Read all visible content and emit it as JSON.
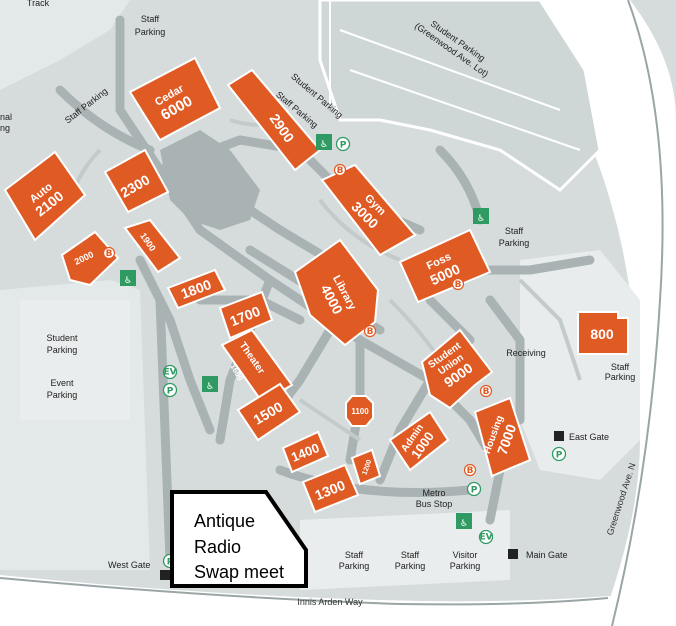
{
  "colors": {
    "building": "#e05a24",
    "ground": "#d6dcdc",
    "path": "#a9b3b4",
    "parking": "#eaeded",
    "lot": "#cfd6d6",
    "access": "#2f9b63"
  },
  "buildings": {
    "cedar": [
      "Cedar",
      "6000"
    ],
    "b2900": "2900",
    "auto": [
      "Auto",
      "2100"
    ],
    "b2300": "2300",
    "b1900": "1900",
    "b2000": "2000",
    "gym": [
      "Gym",
      "3000"
    ],
    "foss": [
      "Foss",
      "5000"
    ],
    "b800": "800",
    "b1800": "1800",
    "library": [
      "Library",
      "4000"
    ],
    "b1700": "1700",
    "theater": [
      "Theater",
      "1600"
    ],
    "student_union": [
      "Student",
      "Union",
      "9000"
    ],
    "b1500": "1500",
    "b1100": "1100",
    "admin": [
      "Admin",
      "1000"
    ],
    "housing": [
      "Housing",
      "7000"
    ],
    "b1400": "1400",
    "b1200": "1200",
    "b1300": "1300"
  },
  "places": {
    "track": "Track",
    "staff_parking_top": [
      "Staff",
      "Parking"
    ],
    "student_parking_gw": [
      "Student Parking",
      "(Greenwood Ave. Lot)"
    ],
    "staff_parking_nw": "Staff Parking",
    "student_parking_n": "Student Parking",
    "staff_parking_n": "Staff Parking",
    "partial_left": [
      "nal",
      "ng"
    ],
    "staff_parking_e": [
      "Staff",
      "Parking"
    ],
    "student_parking_w": [
      "Student",
      "Parking"
    ],
    "event_parking": [
      "Event",
      "Parking"
    ],
    "receiving": "Receiving",
    "staff_parking_far_e": [
      "Staff",
      "Parking"
    ],
    "east_gate": "East Gate",
    "metro_bus_stop": [
      "Metro",
      "Bus Stop"
    ],
    "west_gate": "West Gate",
    "main_gate": "Main Gate",
    "staff_parking_s1": [
      "Staff",
      "Parking"
    ],
    "staff_parking_s2": [
      "Staff",
      "Parking"
    ],
    "visitor_parking": [
      "Visitor",
      "Parking"
    ],
    "greenwood_ave": "Greenwood Ave. N",
    "innis_arden": "Innis Arden Way"
  },
  "symbols": {
    "parking": "P",
    "bus": "B",
    "ev": "EV",
    "accessible": "♿"
  },
  "annotation": [
    "Antique",
    "Radio",
    "Swap meet"
  ]
}
